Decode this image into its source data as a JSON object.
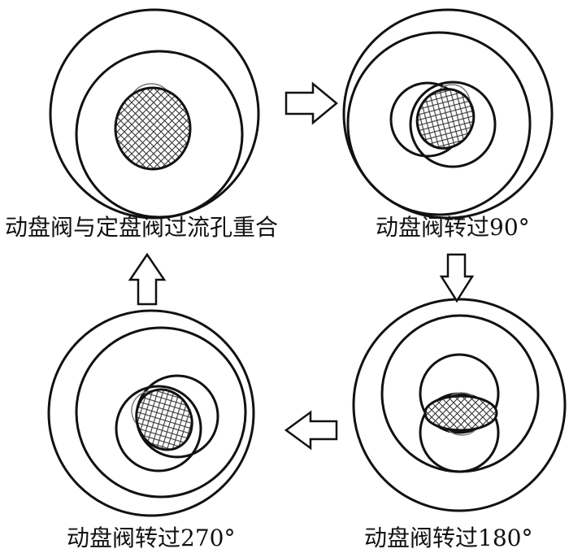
{
  "labels": {
    "overlap": "动盘阀与定盘阀过流孔重合",
    "rotate90": "动盘阀转过90°",
    "rotate180": "动盘阀转过180°",
    "rotate270": "动盘阀转过270°"
  },
  "colors": {
    "stroke": "#111111",
    "hatch_fill": "#666666",
    "arrow_fill": "#ffffff"
  },
  "icons": {
    "arrow_right": "arrow-right-icon",
    "arrow_down": "arrow-down-icon",
    "arrow_left": "arrow-left-icon",
    "arrow_up": "arrow-up-icon"
  }
}
